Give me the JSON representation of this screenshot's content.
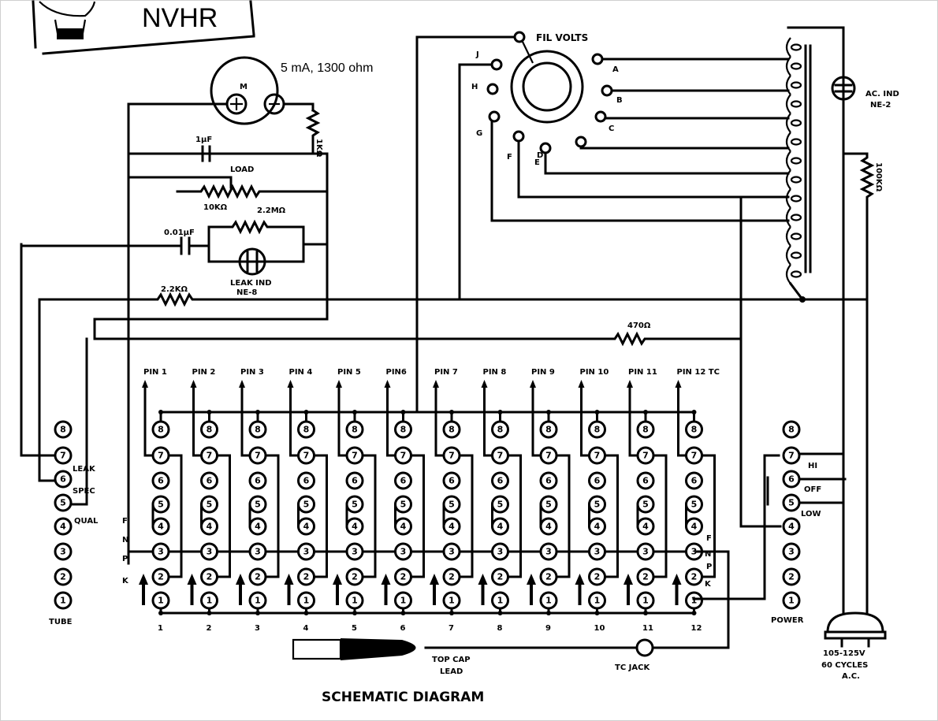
{
  "badge": {
    "text": "NVHR"
  },
  "meter": {
    "symbol": "M",
    "rating": "5 mA, 1300 ohm",
    "plus": "+",
    "minus": "−"
  },
  "components": {
    "r_1k": "1KΩ",
    "c_1uf": "1µF",
    "load": "LOAD",
    "r_10k": "10KΩ",
    "r_2_2m": "2.2MΩ",
    "c_0_01uf": "0.01µF",
    "leak_ind": [
      "LEAK IND",
      "NE-8"
    ],
    "r_2_2k": "2.2KΩ",
    "r_470": "470Ω",
    "r_100k": "100KΩ",
    "ac_ind": [
      "AC. IND",
      "NE-2"
    ]
  },
  "fil_switch": {
    "title": "FIL VOLTS",
    "taps": [
      "A",
      "B",
      "C",
      "D",
      "E",
      "F",
      "G",
      "H",
      "J"
    ]
  },
  "pin_headers": [
    "PIN 1",
    "PIN 2",
    "PIN 3",
    "PIN 4",
    "PIN 5",
    "PIN6",
    "PIN 7",
    "PIN 8",
    "PIN 9",
    "PIN 10",
    "PIN 11",
    "PIN 12 TC"
  ],
  "switch_numbers": [
    "1",
    "2",
    "3",
    "4",
    "5",
    "6",
    "7",
    "8",
    "9",
    "10",
    "11",
    "12"
  ],
  "wafer_positions": [
    "8",
    "7",
    "6",
    "5",
    "4",
    "3",
    "2",
    "1"
  ],
  "fnpk_labels": [
    "F",
    "N",
    "P",
    "K"
  ],
  "tube_switch": {
    "title": "TUBE",
    "positions": [
      "8",
      "7",
      "6",
      "5",
      "4",
      "3",
      "2",
      "1"
    ],
    "labels": {
      "leak": "LEAK",
      "spec": "SPEC",
      "qual": "QUAL"
    }
  },
  "power_switch": {
    "title": "POWER",
    "positions": [
      "8",
      "7",
      "6",
      "5",
      "4",
      "3",
      "2",
      "1"
    ],
    "labels": {
      "hi": "HI",
      "off": "OFF",
      "low": "LOW"
    }
  },
  "mains": [
    "105-125V",
    "60 CYCLES",
    "A.C."
  ],
  "top_cap": [
    "TOP CAP",
    "LEAD"
  ],
  "tc_jack": "TC JACK",
  "diagram_title": "SCHEMATIC DIAGRAM"
}
